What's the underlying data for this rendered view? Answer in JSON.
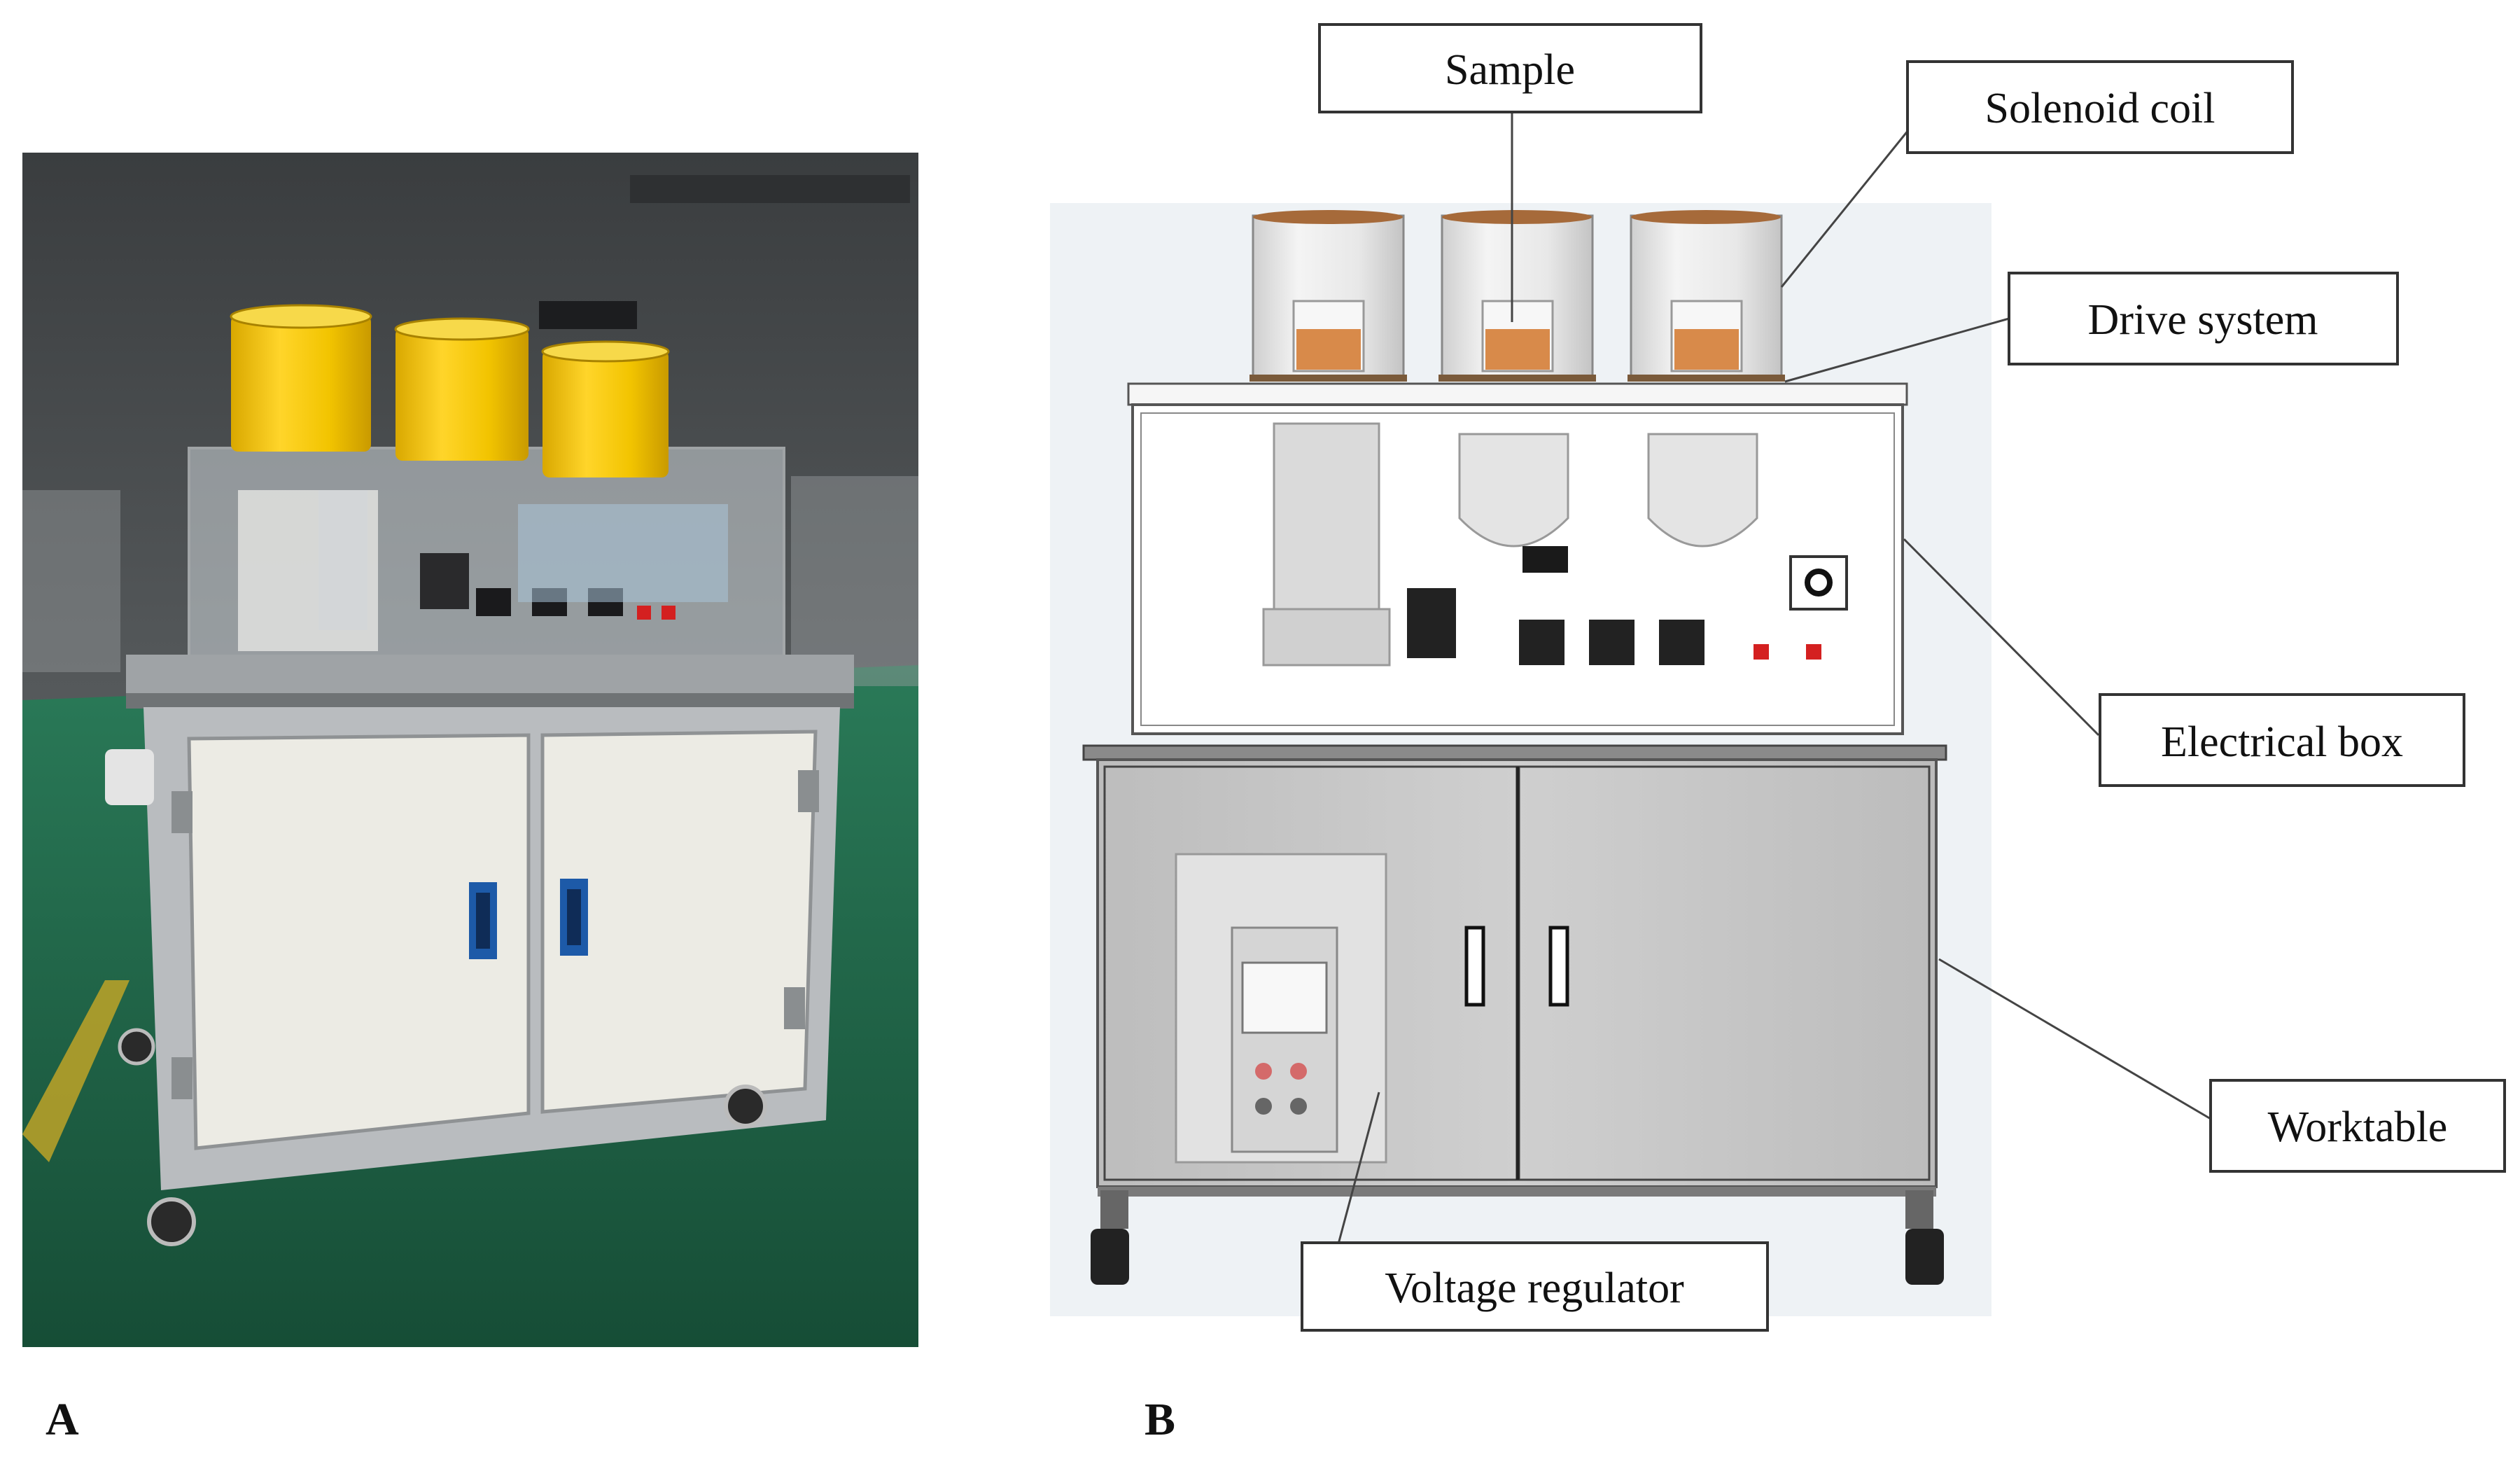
{
  "panels": {
    "a_letter": "A",
    "b_letter": "B"
  },
  "callouts": {
    "sample": "Sample",
    "solenoid_coil": "Solenoid coil",
    "drive_system": "Drive system",
    "electrical_box": "Electrical box",
    "worktable": "Worktable",
    "voltage_regulator": "Voltage regulator"
  },
  "colors": {
    "coil_yellow": "#f2c400",
    "photo_floor": "#1e6a4a",
    "cabinet_white": "#ecebe4",
    "frame_silver": "#b9bcbf",
    "door_handle_blue": "#1d5aa8",
    "drawing_grey": "#c9c9c9",
    "sample_orange": "#d88a4a",
    "indicator_red": "#d42020"
  }
}
